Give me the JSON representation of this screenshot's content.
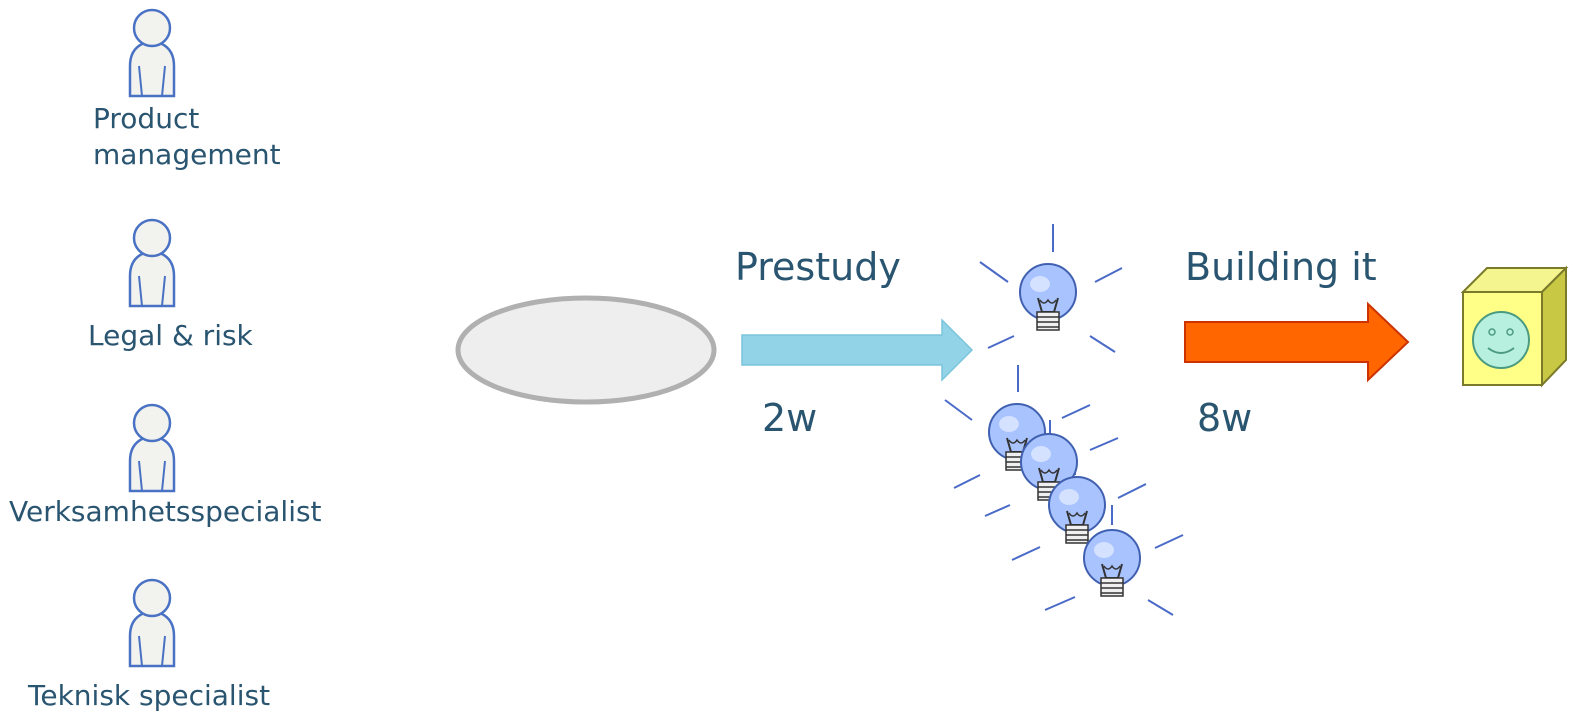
{
  "roles": [
    {
      "label": "Product management"
    },
    {
      "label": "Legal & risk"
    },
    {
      "label": "Verksamhetsspecialist"
    },
    {
      "label": "Teknisk specialist"
    }
  ],
  "phases": [
    {
      "label": "Prestudy",
      "duration": "2w",
      "color": "#92d3e8"
    },
    {
      "label": "Building it",
      "duration": "8w",
      "color": "#ff6600"
    }
  ],
  "icons": [
    "person-icon",
    "idea-ellipse",
    "lightbulb-icon",
    "smiley-box-icon"
  ]
}
